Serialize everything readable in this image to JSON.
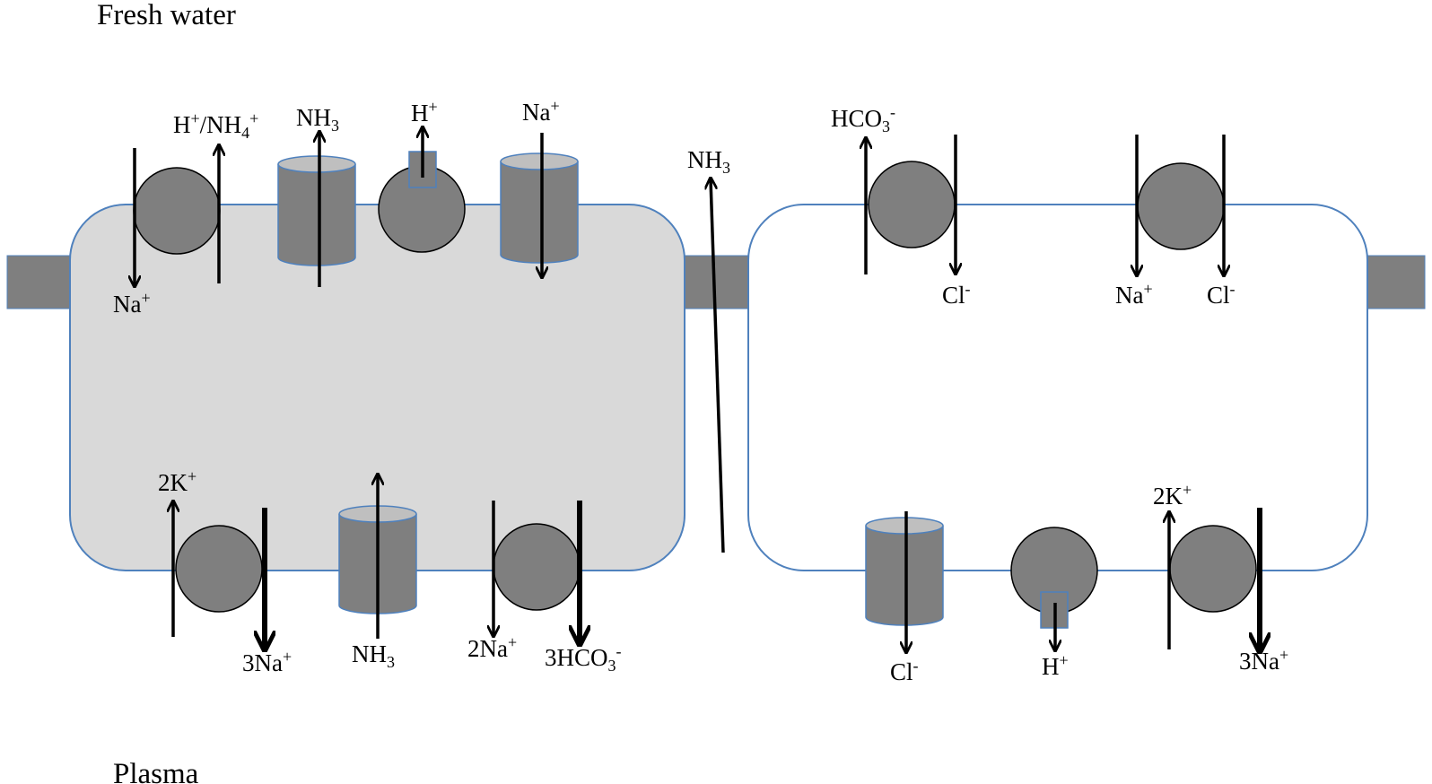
{
  "regions": {
    "top": "Fresh water",
    "bottom": "Plasma"
  },
  "labels": {
    "pvc_na_in": "Na",
    "pvc_h_nh4_out_1": "H",
    "pvc_h_nh4_out_2": "/NH",
    "pvc_nh3_apical": "NH",
    "pvc_h_pump": "H",
    "pvc_na_channel": "Na",
    "pvc_2k": "2K",
    "pvc_3na": "3Na",
    "pvc_nh3_basal": "NH",
    "pvc_2na": "2Na",
    "pvc_3hco3": "3HCO",
    "paracellular_nh3": "NH",
    "mrc_hco3_out": "HCO",
    "mrc_cl_in": "Cl",
    "mrc_na_in": "Na",
    "mrc_cl_in_2": "Cl",
    "mrc_cl_basal": "Cl",
    "mrc_h_basal": "H",
    "mrc_2k": "2K",
    "mrc_3na": "3Na"
  },
  "notation": {
    "plus": "+",
    "minus": "-",
    "sub3": "3",
    "sub4": "4"
  },
  "colors": {
    "cell_fill": "#d9d9d9",
    "cell_border": "#4f81bd",
    "protein": "#7f7f7f",
    "protein_top": "#bfbfbf",
    "junction": "#7f7f7f"
  }
}
